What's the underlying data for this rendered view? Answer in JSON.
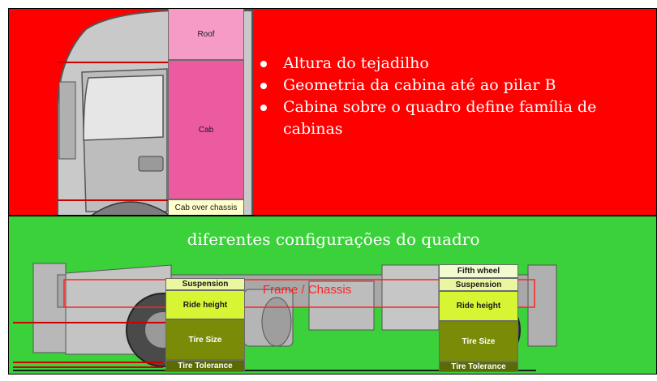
{
  "colors": {
    "top_bg": "#ff0000",
    "bottom_bg": "#3ad13a",
    "roof": "#f59bc6",
    "cab": "#ec5a9f",
    "cab_over": "#ffffcc",
    "suspension": "#ebf7a0",
    "ride_height": "#d8f534",
    "tire_size": "#7a8c07",
    "tire_tol": "#5a6a05",
    "fifth_wheel": "#f2fbd0"
  },
  "cab_column": {
    "roof": "Roof",
    "cab": "Cab",
    "cab_over": "Cab over chassis"
  },
  "bullets": [
    "Altura do tejadilho",
    "Geometria da cabina até ao pilar B",
    "Cabina sobre o quadro define família de cabinas"
  ],
  "bottom_title": "diferentes configurações do quadro",
  "frame_label": "Frame / Chassis",
  "front_axle": {
    "suspension": "Suspension",
    "ride_height": "Ride height",
    "tire_size": "Tire Size",
    "tire_tolerance": "Tire Tolerance"
  },
  "rear_axle": {
    "fifth_wheel": "Fifth wheel",
    "suspension": "Suspension",
    "ride_height": "Ride height",
    "tire_size": "Tire Size",
    "tire_tolerance": "Tire Tolerance"
  },
  "icons": [
    "truck-cab-silhouette",
    "truck-chassis-silhouette"
  ]
}
